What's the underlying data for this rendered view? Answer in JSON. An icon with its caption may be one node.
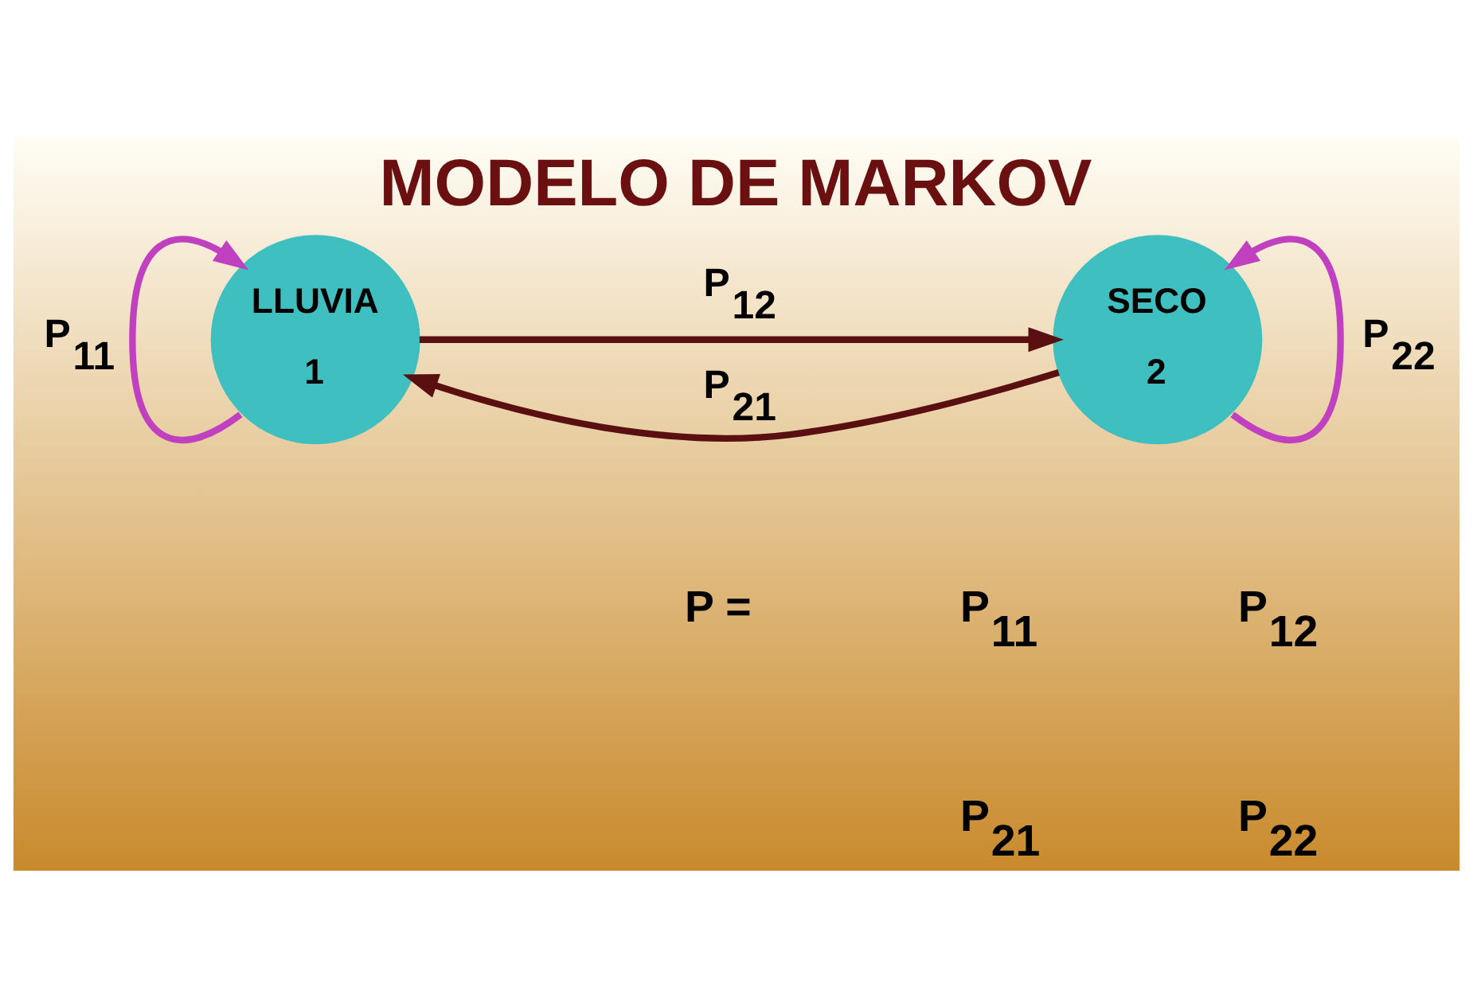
{
  "diagram": {
    "title": "MODELO DE MARKOV",
    "nodes": [
      {
        "text": [
          "LLUVIA",
          "1"
        ]
      },
      {
        "text": [
          "SECO",
          "2"
        ]
      }
    ],
    "edges": [
      {
        "from": 0,
        "to": 0,
        "arrow": "to",
        "label": "P$_{11}$",
        "color": "#c040c0"
      },
      {
        "from": 0,
        "to": 1,
        "arrow": "to",
        "label": "P$_{12}$",
        "color": "#5a1010"
      },
      {
        "from": 1,
        "to": 0,
        "arrow": "to",
        "label": "P$_{21}$",
        "color": "#5a1010"
      },
      {
        "from": 1,
        "to": 1,
        "arrow": "to",
        "label": "P$_{22}$",
        "color": "#c040c0"
      }
    ],
    "labels": [
      "P =",
      "P$_{11}$",
      "P$_{12}$",
      "P$_{21}$",
      "P$_{22}$"
    ]
  }
}
